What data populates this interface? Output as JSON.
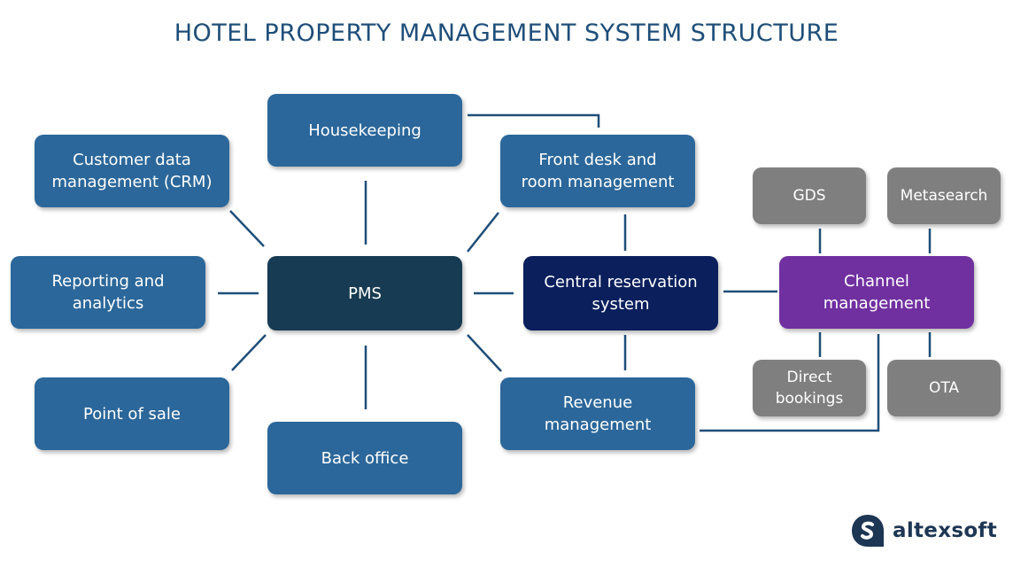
{
  "title": "HOTEL PROPERTY MANAGEMENT SYSTEM STRUCTURE",
  "nodes": {
    "housekeeping": "Housekeeping",
    "crm": "Customer data\nmanagement (CRM)",
    "frontdesk": "Front desk and\nroom management",
    "reporting": "Reporting and\nanalytics",
    "pms": "PMS",
    "crs": "Central reservation\nsystem",
    "channel": "Channel\nmanagement",
    "pos": "Point of sale",
    "backoffice": "Back office",
    "revenue": "Revenue\nmanagement",
    "gds": "GDS",
    "metasearch": "Metasearch",
    "direct": "Direct\nbookings",
    "ota": "OTA"
  },
  "colors": {
    "title": "#1f4e79",
    "module": "#2b679a",
    "pms": "#173b52",
    "crs": "#0a1f5c",
    "channel": "#7030a0",
    "channel_source": "#7f7f7f",
    "connector": "#1f4e79",
    "logo": "#1d3654"
  },
  "logo": {
    "text": "altexsoft",
    "icon": "altexsoft-logo-icon"
  }
}
